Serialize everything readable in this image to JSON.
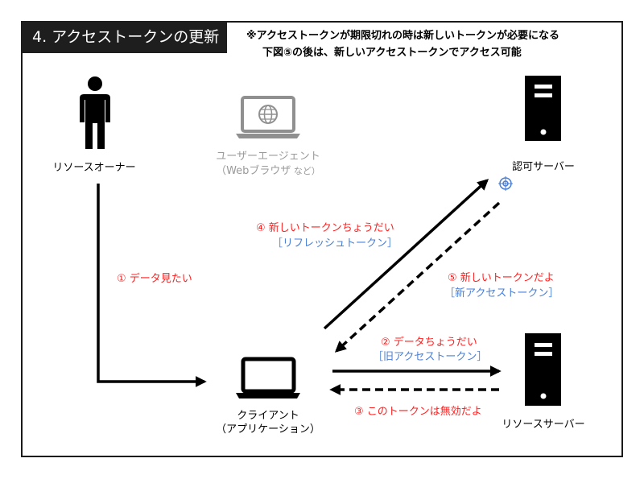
{
  "title": "4. アクセストークンの更新",
  "notes": {
    "line1": "※アクセストークンが期限切れの時は新しいトークンが必要になる",
    "line2": "下図⑤の後は、新しいアクセストークンでアクセス可能"
  },
  "actors": {
    "resource_owner": "リソースオーナー",
    "user_agent": "ユーザーエージェント",
    "user_agent_sub_main": "（Webブラウザ",
    "user_agent_sub_small": " など）",
    "auth_server": "認可サーバー",
    "client": "クライアント",
    "client_sub": "（アプリケーション）",
    "resource_server": "リソースサーバー"
  },
  "steps": {
    "s1": "① データ見たい",
    "s2": "② データちょうだい",
    "s2_token": "［旧アクセストークン］",
    "s3": "③ このトークンは無効だよ",
    "s4": "④ 新しいトークンちょうだい",
    "s4_token": "［リフレッシュトークン］",
    "s5": "⑤ 新しいトークンだよ",
    "s5_token": "［新アクセストークン］"
  },
  "colors": {
    "accent_red": "#ff2020",
    "token_blue": "#4a7fd4",
    "title_bg": "#1e1e1e",
    "muted_gray": "#9a9a9a"
  }
}
